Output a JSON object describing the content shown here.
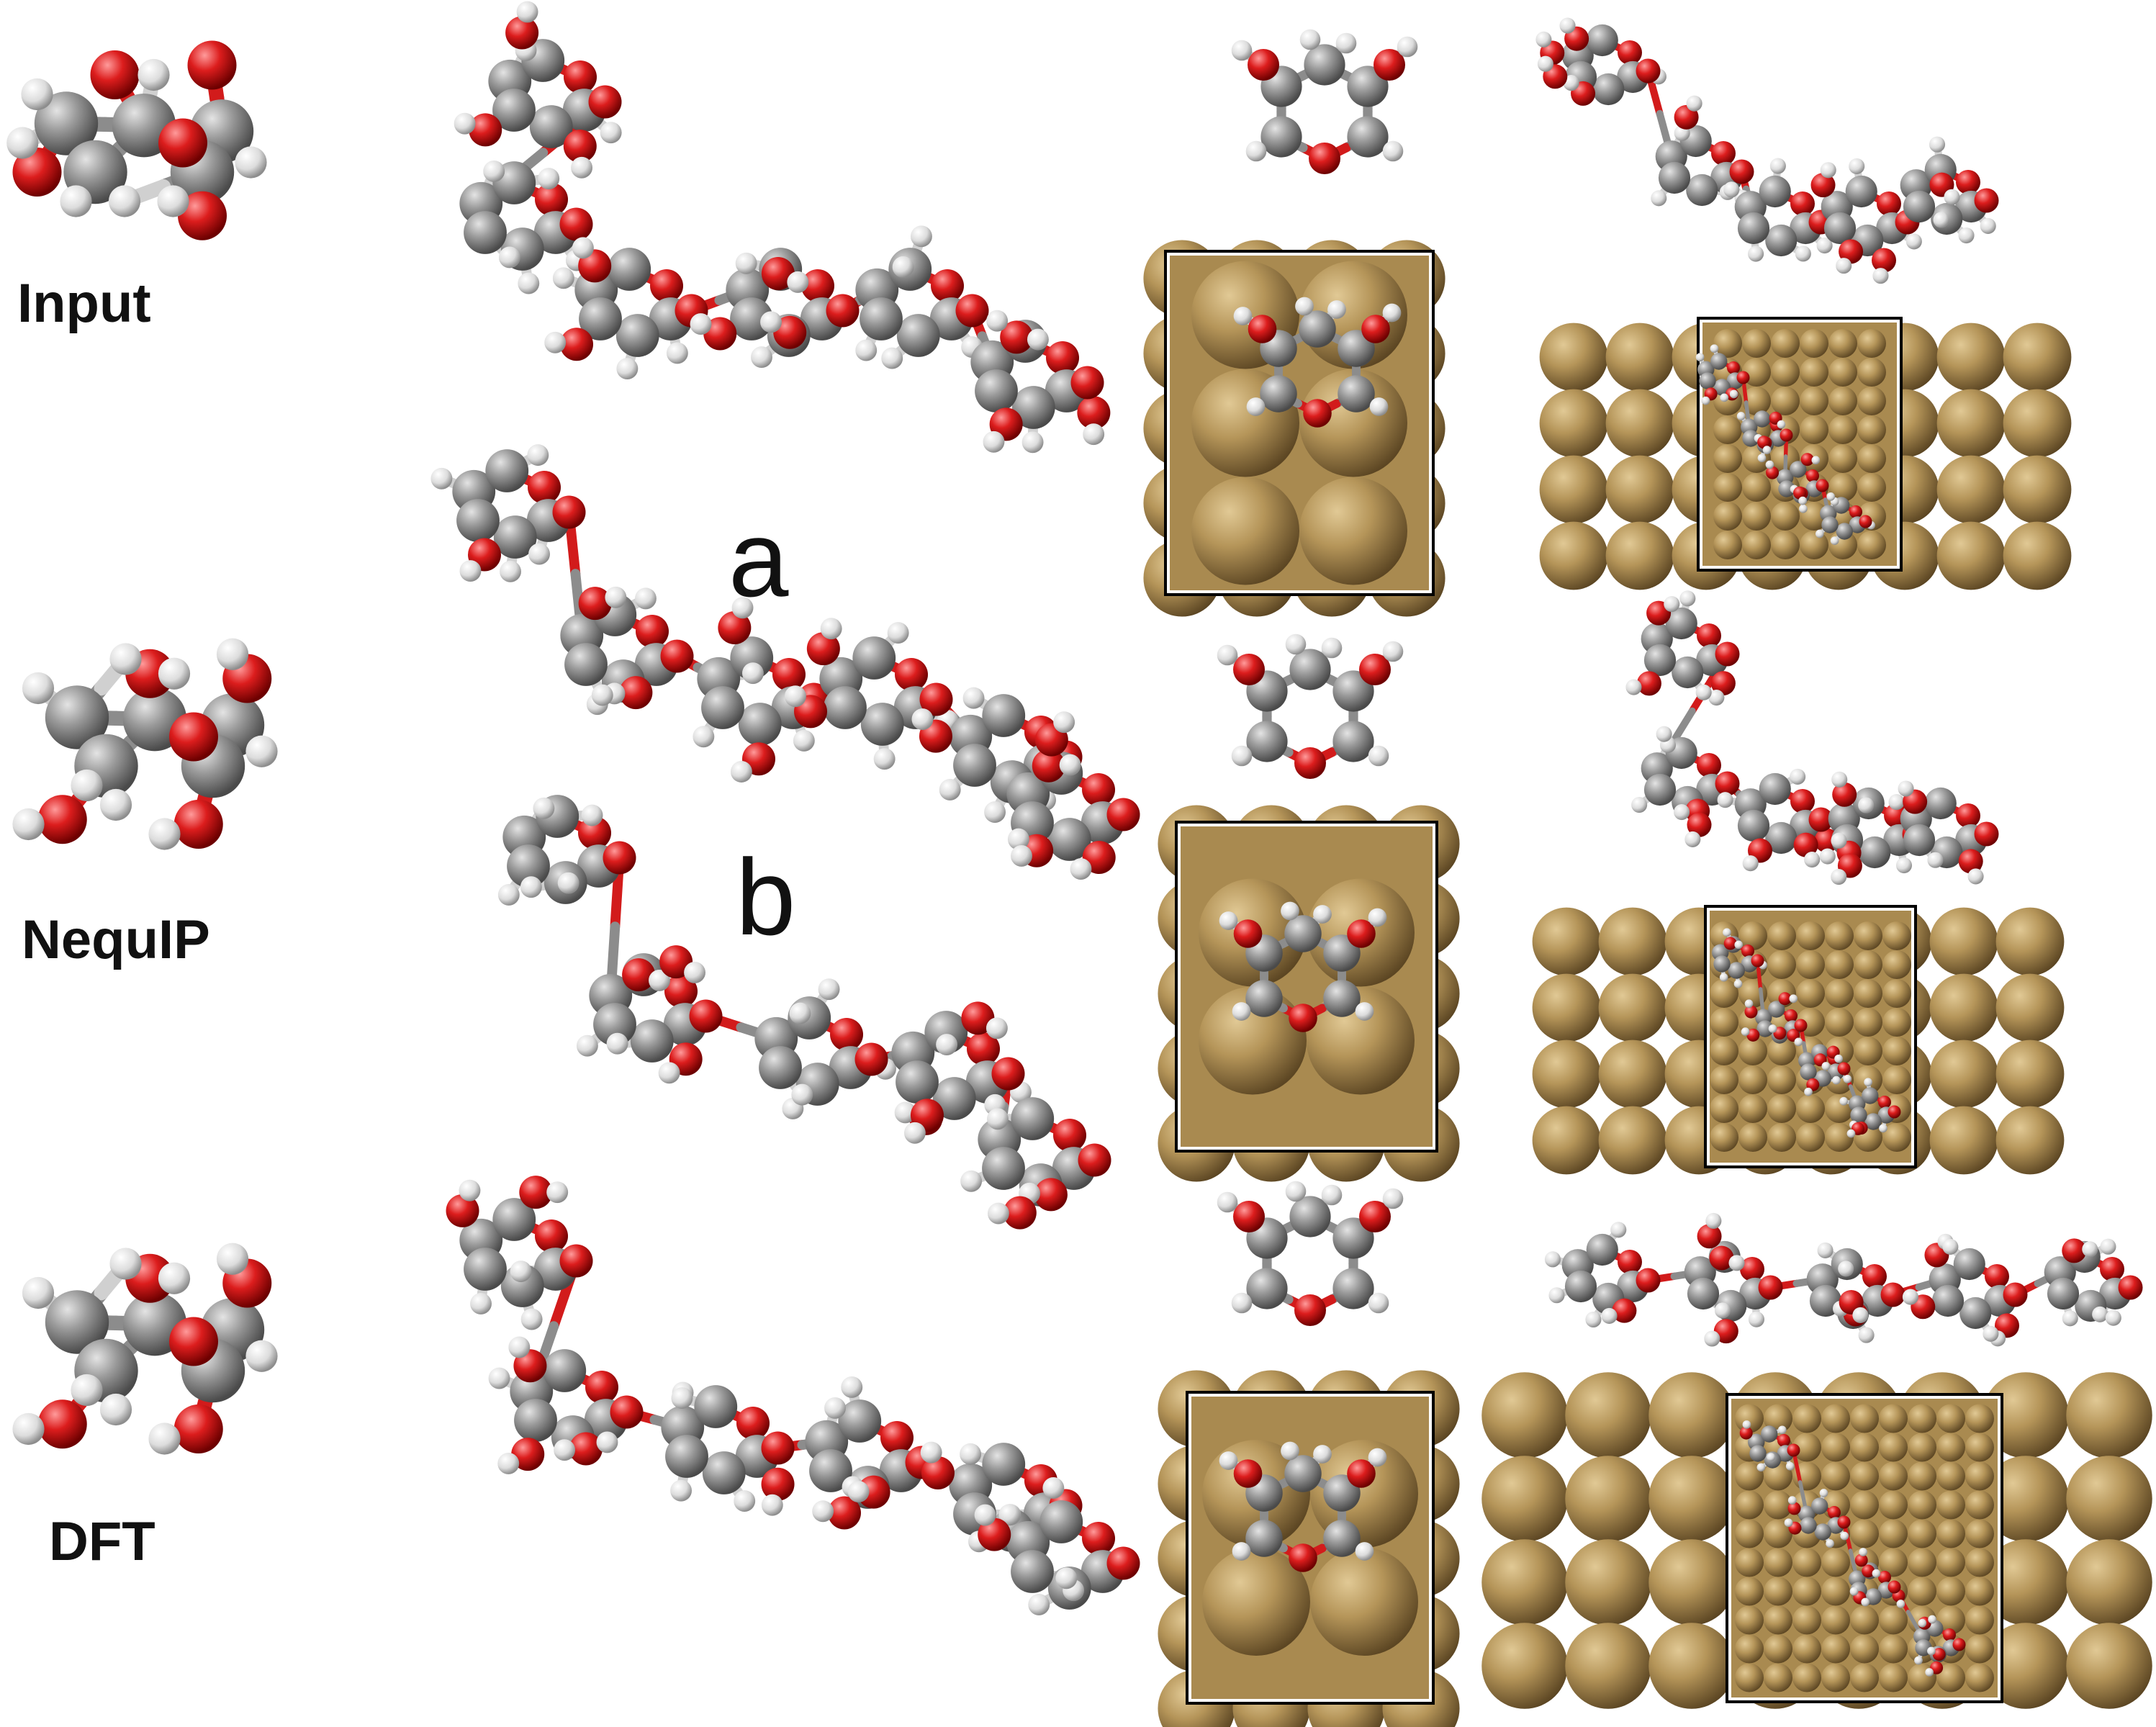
{
  "labels": {
    "rows": [
      "Input",
      "NequIP",
      "DFT"
    ],
    "panels": [
      "a",
      "b"
    ]
  },
  "colors": {
    "carbon": "#8f8f8f",
    "oxygen": "#d81e1e",
    "hydrogen": "#e6e6e6",
    "metal": "#b49458",
    "inset_border": "#000000",
    "inset_frame": "#ffffff"
  }
}
